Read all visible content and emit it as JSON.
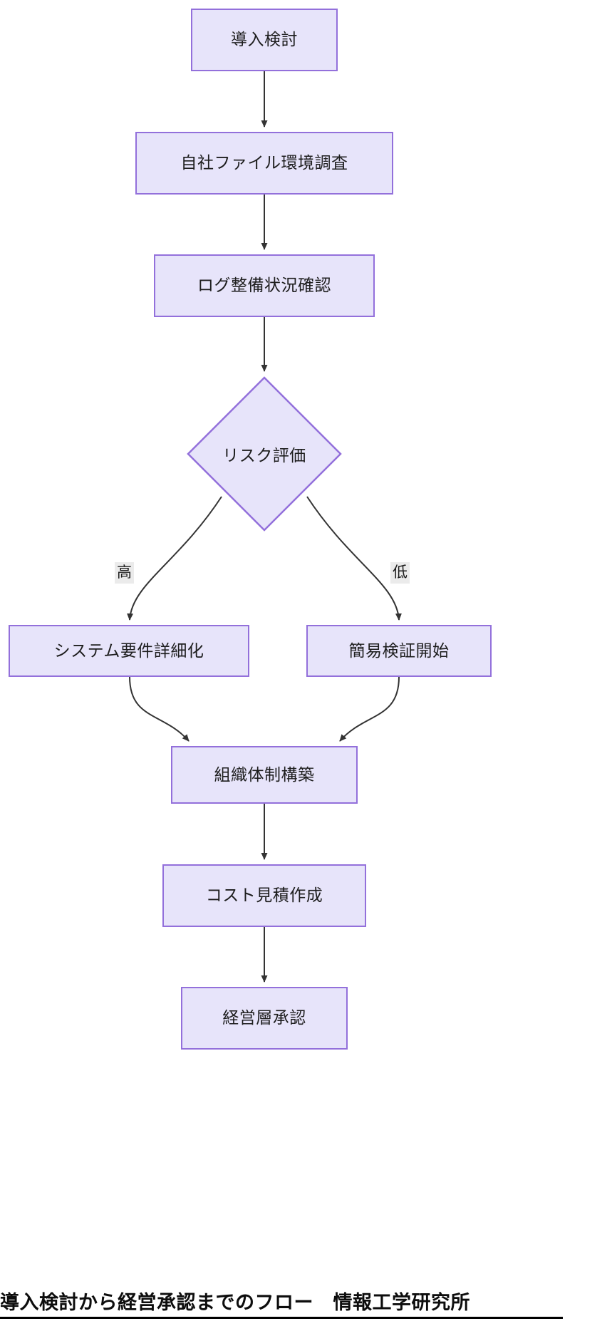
{
  "diagram": {
    "type": "flowchart",
    "direction": "top-to-bottom",
    "theme": {
      "node_fill": "#e7e4fa",
      "node_border": "#9370db",
      "edge_color": "#333333",
      "edge_label_bg": "#ebebeb",
      "text_color": "#1d1d1d",
      "background": "#ffffff"
    },
    "nodes": [
      {
        "id": "n1",
        "shape": "rect",
        "label": "導入検討"
      },
      {
        "id": "n2",
        "shape": "rect",
        "label": "自社ファイル環境調査"
      },
      {
        "id": "n3",
        "shape": "rect",
        "label": "ログ整備状況確認"
      },
      {
        "id": "n4",
        "shape": "diamond",
        "label": "リスク評価"
      },
      {
        "id": "n5",
        "shape": "rect",
        "label": "システム要件詳細化"
      },
      {
        "id": "n6",
        "shape": "rect",
        "label": "簡易検証開始"
      },
      {
        "id": "n7",
        "shape": "rect",
        "label": "組織体制構築"
      },
      {
        "id": "n8",
        "shape": "rect",
        "label": "コスト見積作成"
      },
      {
        "id": "n9",
        "shape": "rect",
        "label": "経営層承認"
      }
    ],
    "edges": [
      {
        "from": "n1",
        "to": "n2",
        "label": ""
      },
      {
        "from": "n2",
        "to": "n3",
        "label": ""
      },
      {
        "from": "n3",
        "to": "n4",
        "label": ""
      },
      {
        "from": "n4",
        "to": "n5",
        "label": "高"
      },
      {
        "from": "n4",
        "to": "n6",
        "label": "低"
      },
      {
        "from": "n5",
        "to": "n7",
        "label": ""
      },
      {
        "from": "n6",
        "to": "n7",
        "label": ""
      },
      {
        "from": "n7",
        "to": "n8",
        "label": ""
      },
      {
        "from": "n8",
        "to": "n9",
        "label": ""
      }
    ],
    "edge_labels": {
      "high": "高",
      "low": "低"
    }
  },
  "caption": {
    "text": "導入検討から経営承認までのフロー　情報工学研究所"
  }
}
